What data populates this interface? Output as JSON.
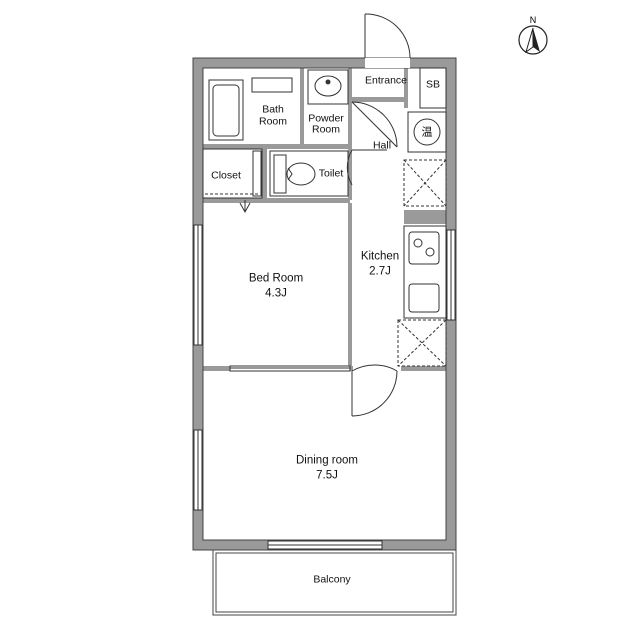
{
  "compass": {
    "north_label": "N"
  },
  "rooms": {
    "entrance": "Entrance",
    "shoe_box": "SB",
    "bath_line1": "Bath",
    "bath_line2": "Room",
    "powder_line1": "Powder",
    "powder_line2": "Room",
    "water_heater": "温",
    "hall": "Hall",
    "closet": "Closet",
    "toilet": "Toilet",
    "kitchen_name": "Kitchen",
    "kitchen_size": "2.7J",
    "bedroom_name": "Bed Room",
    "bedroom_size": "4.3J",
    "dining_name": "Dining room",
    "dining_size": "7.5J",
    "balcony": "Balcony"
  },
  "colors": {
    "wall": "#9a9a9a",
    "line": "#333333",
    "background": "#ffffff"
  }
}
